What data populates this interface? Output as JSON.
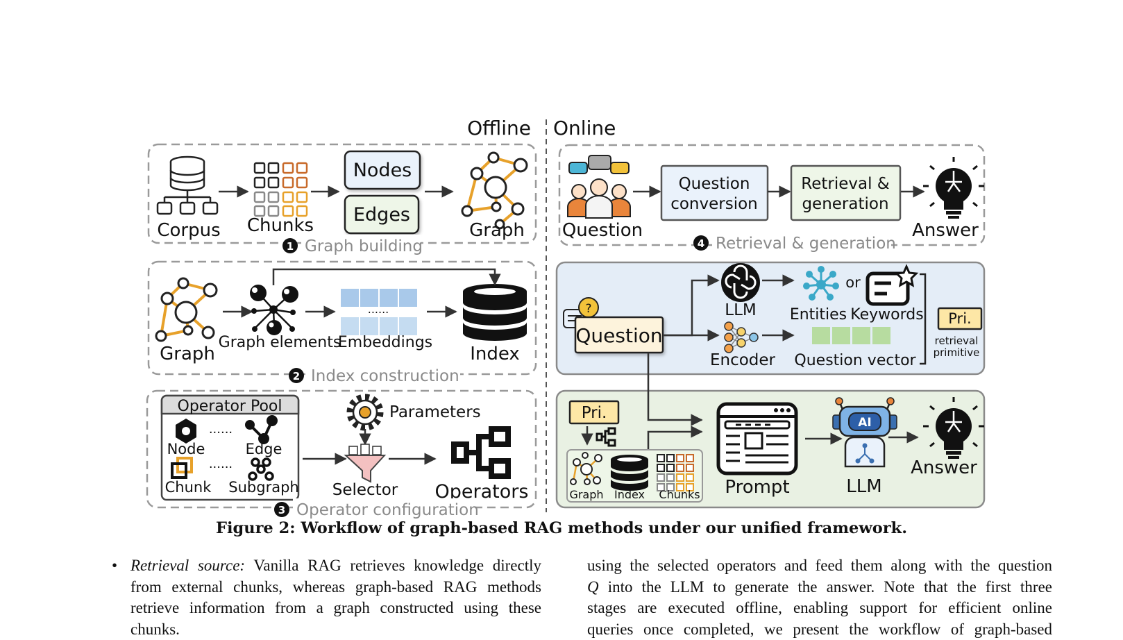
{
  "figure": {
    "header": {
      "offline": "Offline",
      "online": "Online"
    },
    "graph_building": {
      "number": "1",
      "title": "Graph building",
      "corpus": "Corpus",
      "chunks": "Chunks",
      "nodes": "Nodes",
      "edges": "Edges",
      "graph": "Graph"
    },
    "index_construction": {
      "number": "2",
      "title": "Index construction",
      "graph": "Graph",
      "graph_elements": "Graph elements",
      "embeddings": "Embeddings",
      "dots": "......",
      "index": "Index"
    },
    "operator_configuration": {
      "number": "3",
      "title": "Operator configuration",
      "pool_title": "Operator Pool",
      "node": "Node",
      "edge": "Edge",
      "chunk": "Chunk",
      "subgraph": "Subgraph",
      "dots": "......",
      "parameters": "Parameters",
      "selector": "Selector",
      "operators": "Operators"
    },
    "retrieval_generation": {
      "number": "4",
      "title": "Retrieval & generation",
      "question": "Question",
      "question_conversion_1": "Question",
      "question_conversion_2": "conversion",
      "retrieval_generation_1": "Retrieval &",
      "retrieval_generation_2": "generation",
      "answer": "Answer"
    },
    "conversion_panel": {
      "question": "Question",
      "llm": "LLM",
      "encoder": "Encoder",
      "entities": "Entities",
      "or": "or",
      "keywords": "Keywords",
      "question_vector": "Question vector",
      "primitive_tag": "Pri.",
      "primitive_label_1": "retrieval",
      "primitive_label_2": "primitive"
    },
    "generation_panel": {
      "primitive_tag": "Pri.",
      "graph": "Graph",
      "index": "Index",
      "chunks": "Chunks",
      "prompt": "Prompt",
      "ai_badge": "AI",
      "llm": "LLM",
      "answer": "Answer"
    }
  },
  "caption": "Figure 2: Workflow of graph-based RAG methods under our unified framework.",
  "body": {
    "left": {
      "bullet": "•",
      "lead": "Retrieval source:",
      "line1": "Vanilla RAG retrieves knowledge directly",
      "line2": "from external chunks, whereas graph-based RAG methods",
      "line3": "retrieve information from a graph constructed using these",
      "line4": "chunks."
    },
    "right": {
      "line1": "using the selected operators and feed them along with the question",
      "line2_var": "Q",
      "line2": " into the LLM to generate the answer. Note that the first three",
      "line3": "stages are executed offline, enabling support for efficient online",
      "line4": "queries once completed, we present the workflow of graph-based"
    }
  },
  "colors": {
    "orange": "#e7a12a",
    "panel_blue": "#e4edf7",
    "panel_green": "#e9f1e3",
    "box_blue": "#eaf2fb",
    "box_green": "#eef6e8",
    "tag_yellow": "#fde7a6",
    "embed_blue": "#a9c9ea",
    "vector_green": "#b7dca0",
    "caption_text": "#111111",
    "section_gray": "#8a8a8a"
  },
  "icons": [
    "database-icon",
    "grid-icon",
    "graph-icon",
    "people-icon",
    "lightbulb-icon",
    "openai-icon",
    "neural-network-icon",
    "keyword-icon",
    "prompt-window-icon",
    "robot-icon",
    "funnel-icon",
    "gear-icon",
    "hierarchy-icon"
  ]
}
